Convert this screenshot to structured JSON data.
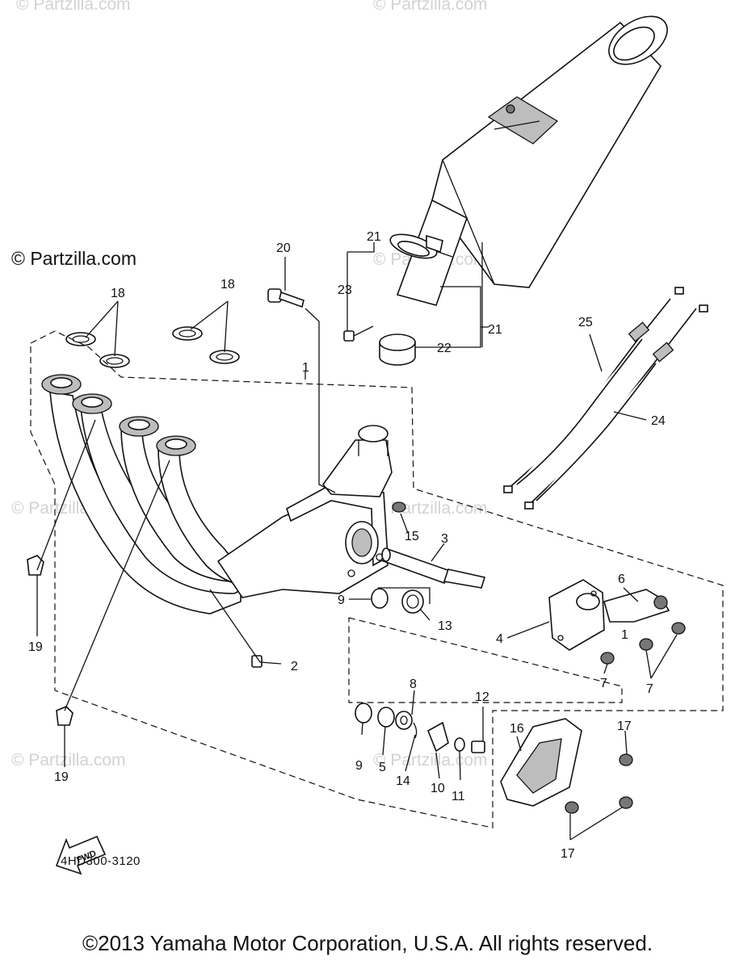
{
  "watermarks": [
    {
      "id": "wm-top-left",
      "text": "© Partzilla.com"
    },
    {
      "id": "wm-top-mid",
      "text": "© Partzilla.com"
    },
    {
      "id": "wm-mid-right",
      "text": "© Partzilla.com"
    },
    {
      "id": "wm-left-mid",
      "text": "© Partzilla.com"
    },
    {
      "id": "wm-center-mid",
      "text": "© Partzilla.com"
    },
    {
      "id": "wm-left-low",
      "text": "© Partzilla.com"
    },
    {
      "id": "wm-center-low",
      "text": "© Partzilla.com"
    }
  ],
  "brand_label": "© Partzilla.com",
  "callouts": {
    "c1": "1",
    "c2": "2",
    "c3": "3",
    "c4": "4",
    "c5": "5",
    "c6": "6",
    "c7a": "7",
    "c7b": "7",
    "c8": "8",
    "c9a": "9",
    "c9b": "9",
    "c10": "10",
    "c11": "11",
    "c12": "12",
    "c13": "13",
    "c14": "14",
    "c15": "15",
    "c16": "16",
    "c17a": "17",
    "c17b": "17",
    "c18a": "18",
    "c18b": "18",
    "c19a": "19",
    "c19b": "19",
    "c20": "20",
    "c21a": "21",
    "c21b": "21",
    "c22": "22",
    "c23": "23",
    "c24": "24",
    "c25": "25"
  },
  "fwd_label": "FWD",
  "diagram_code": "4HD300-3120",
  "copyright": "©2013  Yamaha Motor Corporation, U.S.A. All rights reserved."
}
